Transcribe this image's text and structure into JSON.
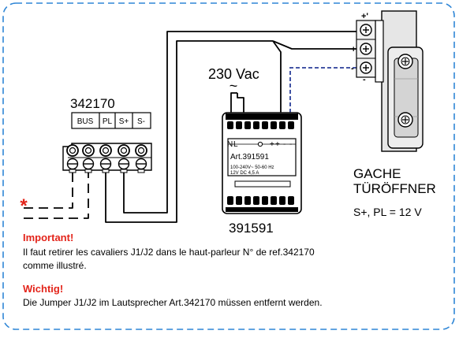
{
  "module_342170": {
    "ref": "342170",
    "terminals": [
      "BUS",
      "PL",
      "S+",
      "S-"
    ]
  },
  "power_supply": {
    "supply_label": "230 Vac",
    "ac_symbol": "~",
    "ref": "391591",
    "front_labels": [
      "N",
      "L",
      "+",
      "+",
      "-",
      "-"
    ],
    "art_label": "Art.391591",
    "spec_line1": "100-240V~ 50-60 Hz",
    "spec_line2": "12V DC 4,5 A"
  },
  "strike": {
    "terminal_marks": [
      "+'",
      "+",
      "-",
      "-"
    ],
    "label_line1": "GACHE",
    "label_line2": "TÜRÖFFNER",
    "spec": "S+, PL = 12 V"
  },
  "asterisk": "*",
  "notes": [
    {
      "heading": "Important!",
      "lines": [
        "Il faut retirer les cavaliers J1/J2 dans le haut-parleur N° de ref.342170",
        "comme illustré."
      ]
    },
    {
      "heading": "Wichtig!",
      "lines": [
        "Die Jumper J1/J2 im Lautsprecher Art.342170 müssen entfernt werden."
      ]
    }
  ],
  "colors": {
    "frame": "#2f86d6",
    "wire": "#000000",
    "dashed_wire": "#2b3f9a",
    "heading": "#e3251b",
    "component_fill": "#ffffff",
    "strike_fill": "#e6e6e6"
  }
}
